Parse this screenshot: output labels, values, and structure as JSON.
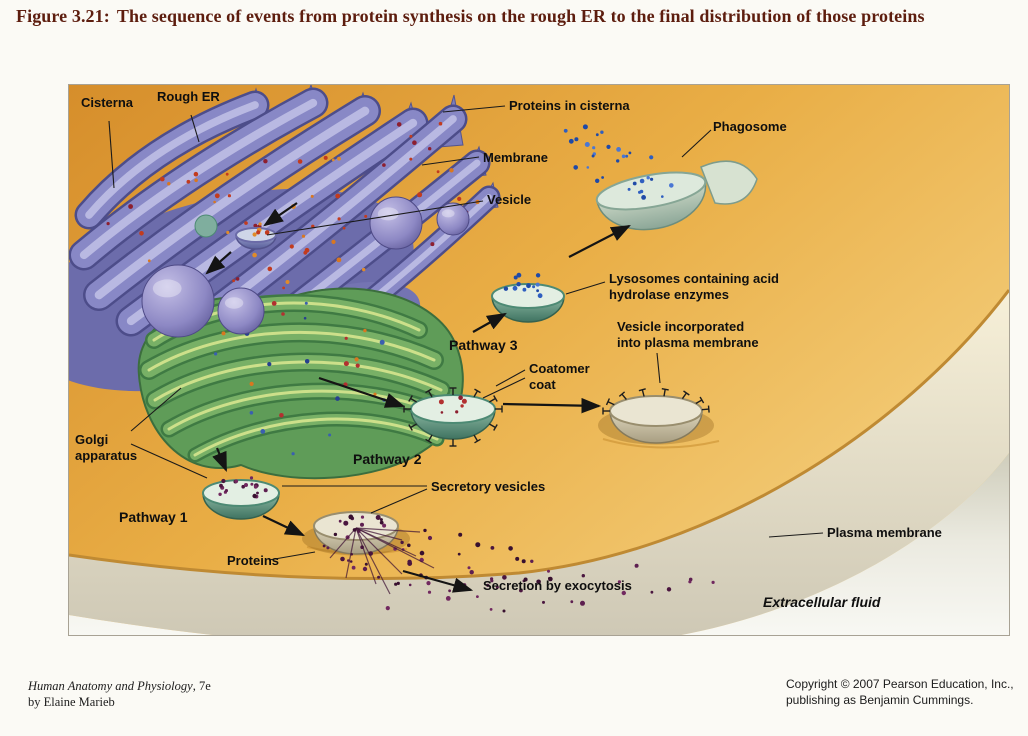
{
  "figure": {
    "number": "Figure 3.21:",
    "caption": "The sequence of events from protein synthesis on the rough ER to the final distribution of those proteins"
  },
  "labels": {
    "cisterna": "Cisterna",
    "rough_er": "Rough ER",
    "proteins_in_cisterna": "Proteins in cisterna",
    "phagosome": "Phagosome",
    "membrane": "Membrane",
    "vesicle": "Vesicle",
    "lysosomes": "Lysosomes containing acid\nhydrolase enzymes",
    "vesicle_incorporated": "Vesicle incorporated\ninto plasma membrane",
    "coatomer": "Coatomer\ncoat",
    "pathway_3": "Pathway 3",
    "pathway_2": "Pathway 2",
    "pathway_1": "Pathway 1",
    "golgi": "Golgi\napparatus",
    "secretory_vesicles": "Secretory vesicles",
    "proteins": "Proteins",
    "secretion": "Secretion by exocytosis",
    "plasma_membrane": "Plasma membrane",
    "extracellular_fluid": "Extracellular fluid"
  },
  "footer": {
    "book_title": "Human Anatomy and Physiology",
    "edition": ", 7e",
    "author": "by Elaine Marieb",
    "copyright_line1": "Copyright © 2007 Pearson Education, Inc.,",
    "copyright_line2": "publishing as Benjamin Cummings."
  },
  "colors": {
    "title_text": "#5d1d0e",
    "background_orange": "#e9ae46",
    "er_purple": "#8888c6",
    "golgi_green": "#78b066",
    "membrane_cream": "#efe8d2",
    "label_text": "#0f0f0f"
  }
}
